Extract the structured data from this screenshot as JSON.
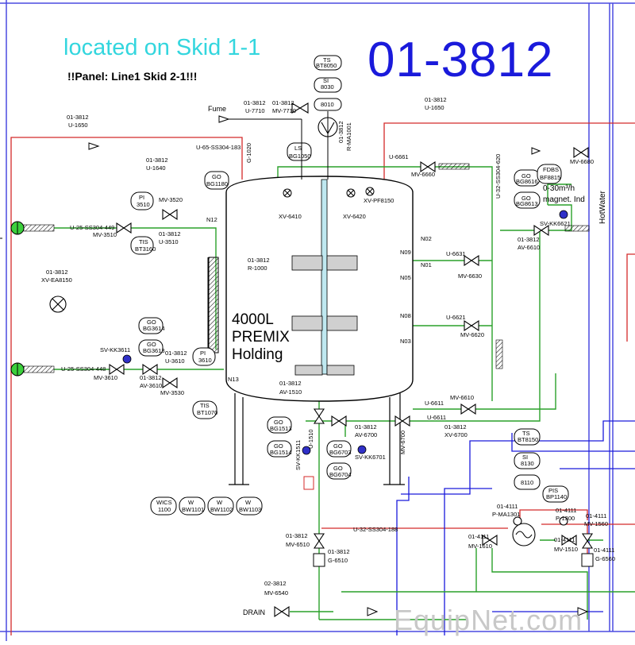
{
  "header": {
    "skid_title": "located on Skid 1-1",
    "panel_note": "!!Panel: Line1 Skid 2-1!!!",
    "doc_number": "01-3812"
  },
  "tank": {
    "tag_area": "01-3812",
    "tag_id": "R-1000",
    "line1": "4000L",
    "line2": "PREMIX",
    "line3": "Holding",
    "bottom_area": "01-3812",
    "bottom_valve": "AV-1510"
  },
  "labels": [
    {
      "k": "fume",
      "t": "Fume"
    },
    {
      "k": "u7710a",
      "t": "01-3812"
    },
    {
      "k": "u7710b",
      "t": "U-7710"
    },
    {
      "k": "mv7710a",
      "t": "01-3812"
    },
    {
      "k": "mv7710b",
      "t": "MV-7710"
    },
    {
      "k": "u1650a",
      "t": "01-3812"
    },
    {
      "k": "u1650b",
      "t": "U-1650"
    },
    {
      "k": "u1650ra",
      "t": "01-3812"
    },
    {
      "k": "u1650rb",
      "t": "U-1650"
    },
    {
      "k": "line183",
      "t": "U-65-SS304-183"
    },
    {
      "k": "u1640a",
      "t": "01-3812"
    },
    {
      "k": "u1640b",
      "t": "U-1640"
    },
    {
      "k": "g1020",
      "t": "G-1020"
    },
    {
      "k": "ls",
      "t": "LS"
    },
    {
      "k": "bg1050",
      "t": "BG1050"
    },
    {
      "k": "go1180",
      "t": "GO"
    },
    {
      "k": "bg1180",
      "t": "BG1180"
    },
    {
      "k": "ts8050a",
      "t": "TS"
    },
    {
      "k": "ts8050b",
      "t": "BT8050"
    },
    {
      "k": "si8030",
      "t": "SI"
    },
    {
      "k": "si8030b",
      "t": "8030"
    },
    {
      "k": "n8010",
      "t": "8010"
    },
    {
      "k": "rm1001a",
      "t": "01-3812"
    },
    {
      "k": "rm1001b",
      "t": "R-MA1001"
    },
    {
      "k": "xv6410",
      "t": "XV-6410"
    },
    {
      "k": "xv6420",
      "t": "XV-6420"
    },
    {
      "k": "xvpf8150",
      "t": "XV-PF8150"
    },
    {
      "k": "u6661",
      "t": "U-6661"
    },
    {
      "k": "mv6660",
      "t": "MV-6660"
    },
    {
      "k": "line620",
      "t": "U-32-SS304-620"
    },
    {
      "k": "mv6680",
      "t": "MV-6680"
    },
    {
      "k": "fdbs",
      "t": "FDBS"
    },
    {
      "k": "bf8815",
      "t": "BF8815"
    },
    {
      "k": "go8616",
      "t": "GO"
    },
    {
      "k": "bg8616",
      "t": "BG8616"
    },
    {
      "k": "go8613",
      "t": "GO"
    },
    {
      "k": "bg8613",
      "t": "BG8613"
    },
    {
      "k": "flow1",
      "t": "0-30m³/h"
    },
    {
      "k": "flow2",
      "t": "magnet. Ind"
    },
    {
      "k": "hotwater",
      "t": "HotWater"
    },
    {
      "k": "svkk6621",
      "t": "SV-KK6621"
    },
    {
      "k": "av6610a",
      "t": "01-3812"
    },
    {
      "k": "av6610b",
      "t": "AV-6610"
    },
    {
      "k": "pi3510",
      "t": "PI"
    },
    {
      "k": "pi3510b",
      "t": "3510"
    },
    {
      "k": "mv3520",
      "t": "MV-3520"
    },
    {
      "k": "line449",
      "t": "U-25-SS304-449"
    },
    {
      "k": "mv3510",
      "t": "MV-3510"
    },
    {
      "k": "tis3160",
      "t": "TIS"
    },
    {
      "k": "bt3160",
      "t": "BT3160"
    },
    {
      "k": "u3510a",
      "t": "01-3812"
    },
    {
      "k": "u3510b",
      "t": "U-3510"
    },
    {
      "k": "ea8150a",
      "t": "01-3812"
    },
    {
      "k": "ea8150b",
      "t": "XV-EA8150"
    },
    {
      "k": "u6631",
      "t": "U-6631"
    },
    {
      "k": "mv6630",
      "t": "MV-6630"
    },
    {
      "k": "u6621",
      "t": "U-6621"
    },
    {
      "k": "mv6620",
      "t": "MV-6620"
    },
    {
      "k": "go3614",
      "t": "GO"
    },
    {
      "k": "bg3614",
      "t": "BG3614"
    },
    {
      "k": "go3613",
      "t": "GO"
    },
    {
      "k": "bg3613",
      "t": "BG3613"
    },
    {
      "k": "svkk3611",
      "t": "SV-KK3611"
    },
    {
      "k": "u3610a",
      "t": "01-3812"
    },
    {
      "k": "u3610b",
      "t": "U-3610"
    },
    {
      "k": "pi3610",
      "t": "PI"
    },
    {
      "k": "pi3610b",
      "t": "3610"
    },
    {
      "k": "line448",
      "t": "U-25-SS304-448"
    },
    {
      "k": "mv3610",
      "t": "MV-3610"
    },
    {
      "k": "av3610a",
      "t": "01-3812"
    },
    {
      "k": "av3610b",
      "t": "AV-3610"
    },
    {
      "k": "mv3530",
      "t": "MV-3530"
    },
    {
      "k": "tis1070",
      "t": "TIS"
    },
    {
      "k": "bt1070",
      "t": "BT1070"
    },
    {
      "k": "u6611a",
      "t": "U-6611"
    },
    {
      "k": "u6611b",
      "t": "U-6611"
    },
    {
      "k": "mv6610",
      "t": "MV-6610"
    },
    {
      "k": "xv6700a",
      "t": "01-3812"
    },
    {
      "k": "xv6700b",
      "t": "XV-6700"
    },
    {
      "k": "mv6700",
      "t": "MV-6700"
    },
    {
      "k": "av6700a",
      "t": "01-3812"
    },
    {
      "k": "av6700b",
      "t": "AV-6700"
    },
    {
      "k": "go1513",
      "t": "GO"
    },
    {
      "k": "bg1513",
      "t": "BG1513"
    },
    {
      "k": "go1514",
      "t": "GO"
    },
    {
      "k": "bg1514",
      "t": "BG1514"
    },
    {
      "k": "svkk1511",
      "t": "SV-KK1511"
    },
    {
      "k": "u1510",
      "t": "U-1510"
    },
    {
      "k": "go6703",
      "t": "GO"
    },
    {
      "k": "bg6703",
      "t": "BG6703"
    },
    {
      "k": "go6704",
      "t": "GO"
    },
    {
      "k": "bg6704",
      "t": "BG6704"
    },
    {
      "k": "svkk6701",
      "t": "SV-KK6701"
    },
    {
      "k": "ts8150",
      "t": "TS"
    },
    {
      "k": "bt8150",
      "t": "BT8150"
    },
    {
      "k": "si8130",
      "t": "SI"
    },
    {
      "k": "si8130b",
      "t": "8130"
    },
    {
      "k": "n8110",
      "t": "8110"
    },
    {
      "k": "pis1140",
      "t": "PIS"
    },
    {
      "k": "bp1140",
      "t": "BP1140"
    },
    {
      "k": "wics",
      "t": "WICS"
    },
    {
      "k": "wics1100",
      "t": "1100"
    },
    {
      "k": "w1101",
      "t": "W"
    },
    {
      "k": "bw1101",
      "t": "BW1101"
    },
    {
      "k": "w1102",
      "t": "W"
    },
    {
      "k": "bw1102",
      "t": "BW1102"
    },
    {
      "k": "w1103",
      "t": "W"
    },
    {
      "k": "bw1103",
      "t": "BW1103"
    },
    {
      "k": "pma1301a",
      "t": "01-4111"
    },
    {
      "k": "pma1301b",
      "t": "P-MA1301"
    },
    {
      "k": "p1300a",
      "t": "01-4111"
    },
    {
      "k": "p1300b",
      "t": "P-1300"
    },
    {
      "k": "mv1560a",
      "t": "01-4111"
    },
    {
      "k": "mv1560b",
      "t": "MV-1560"
    },
    {
      "k": "mv1610a",
      "t": "01-4111"
    },
    {
      "k": "mv1610b",
      "t": "MV-1610"
    },
    {
      "k": "mv1510a",
      "t": "01-4111"
    },
    {
      "k": "mv1510b",
      "t": "MV-1510"
    },
    {
      "k": "g6560a",
      "t": "01-4111"
    },
    {
      "k": "g6560b",
      "t": "G-6560"
    },
    {
      "k": "line188",
      "t": "U-32-SS304-188"
    },
    {
      "k": "mv6510a",
      "t": "01-3812"
    },
    {
      "k": "mv6510b",
      "t": "MV-6510"
    },
    {
      "k": "g6510a",
      "t": "01-3812"
    },
    {
      "k": "g6510b",
      "t": "G-6510"
    },
    {
      "k": "mv6540a",
      "t": "02-3812"
    },
    {
      "k": "mv6540b",
      "t": "MV-6540"
    },
    {
      "k": "drain",
      "t": "DRAIN"
    },
    {
      "k": "nb1",
      "t": "N12"
    },
    {
      "k": "nb2",
      "t": "N13"
    },
    {
      "k": "nb3",
      "t": "N09"
    },
    {
      "k": "nb4",
      "t": "N05"
    },
    {
      "k": "nb5",
      "t": "N08"
    },
    {
      "k": "nb6",
      "t": "N03"
    },
    {
      "k": "nb7",
      "t": "N02"
    },
    {
      "k": "nb8",
      "t": "N01"
    }
  ],
  "watermark": "EquipNet.com",
  "colors": {
    "product_line": "#2aa12a",
    "hot_water_line": "#d42a2a",
    "signal_line": "#1a1adb",
    "frame": "#4a4ae0",
    "title_cyan": "#33d6de",
    "title_blue": "#1a1adb",
    "watermark": "#c8c8c8"
  }
}
